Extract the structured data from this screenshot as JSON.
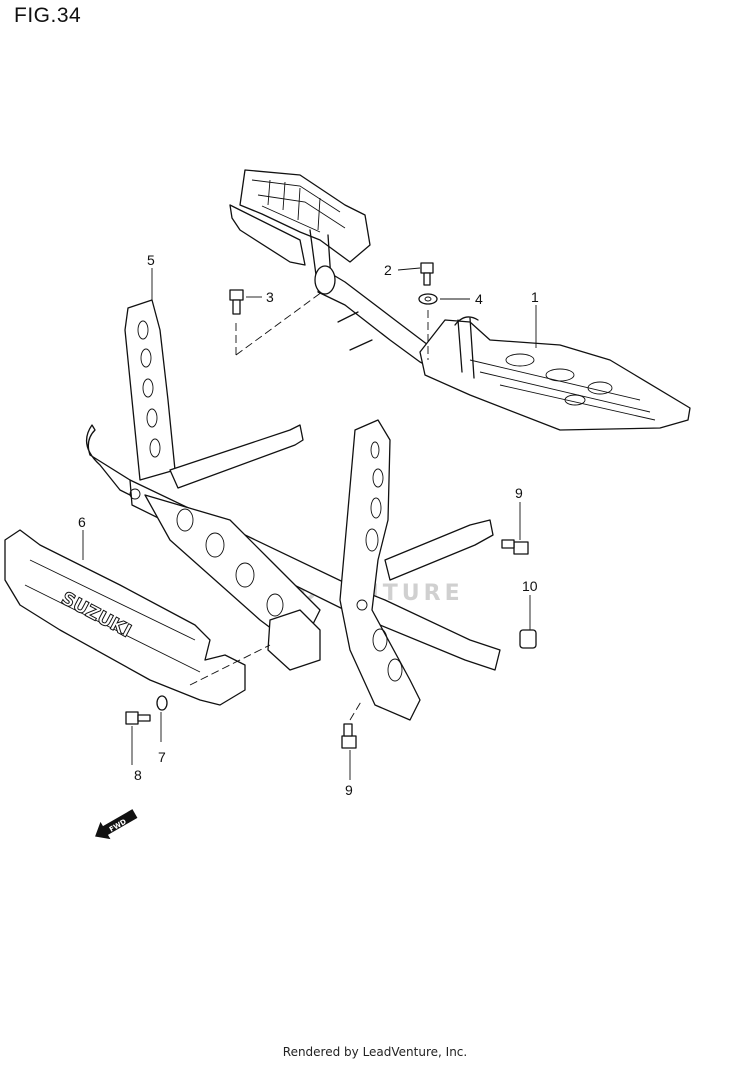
{
  "figure": {
    "title": "FIG.34"
  },
  "watermark": "LEADVENTURE",
  "callouts": [
    {
      "id": "c1",
      "label": "1"
    },
    {
      "id": "c2",
      "label": "2"
    },
    {
      "id": "c3",
      "label": "3"
    },
    {
      "id": "c4",
      "label": "4"
    },
    {
      "id": "c5",
      "label": "5"
    },
    {
      "id": "c6",
      "label": "6"
    },
    {
      "id": "c7",
      "label": "7"
    },
    {
      "id": "c8",
      "label": "8"
    },
    {
      "id": "c9a",
      "label": "9"
    },
    {
      "id": "c9b",
      "label": "9"
    },
    {
      "id": "c10",
      "label": "10"
    }
  ],
  "logo_text": "SUZUKI",
  "direction_marker": "FWD",
  "footer": "Rendered by LeadVenture, Inc."
}
